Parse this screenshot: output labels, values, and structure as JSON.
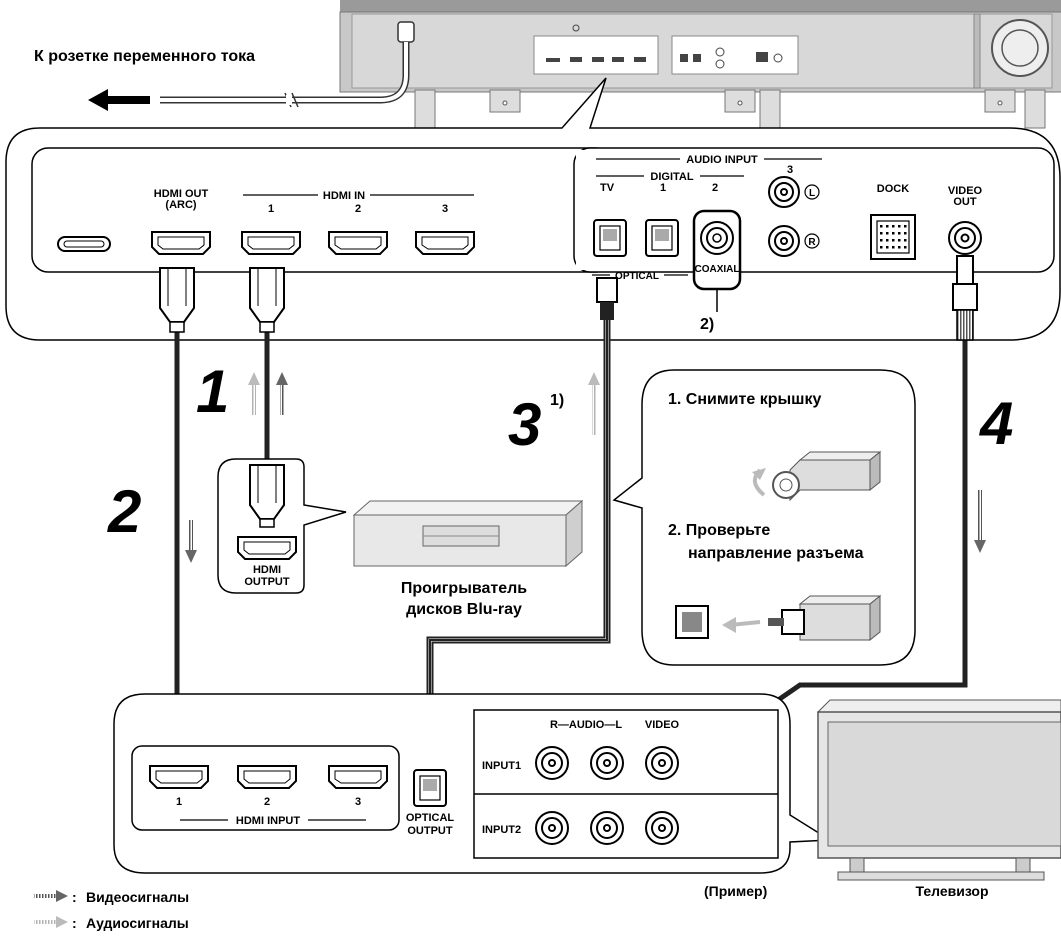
{
  "ac_outlet": "К розетке переменного тока",
  "rear_panel": {
    "hdmi_out": "HDMI OUT",
    "hdmi_out_arc": "(ARC)",
    "hdmi_in": "HDMI IN",
    "hdmi_in_1": "1",
    "hdmi_in_2": "2",
    "hdmi_in_3": "3",
    "audio_input": "AUDIO INPUT",
    "digital": "DIGITAL",
    "tv": "TV",
    "digital_1": "1",
    "digital_2": "2",
    "analog_3": "3",
    "optical": "OPTICAL",
    "coaxial": "COAXIAL",
    "left": "L",
    "right": "R",
    "dock": "DOCK",
    "video_out": "VIDEO",
    "video_out_2": "OUT"
  },
  "steps": {
    "s1": "1",
    "s2": "2",
    "s3": "3",
    "s3_note": "1)",
    "s4": "4",
    "coaxial_note": "2)"
  },
  "bluray": {
    "hdmi_output_1": "HDMI",
    "hdmi_output_2": "OUTPUT",
    "caption_1": "Проигрыватель",
    "caption_2": "дисков Blu-ray"
  },
  "callout": {
    "step1": "1. Снимите крышку",
    "step2_line1": "2. Проверьте",
    "step2_line2": "направление разъема"
  },
  "tv_panel": {
    "hdmi_1": "1",
    "hdmi_2": "2",
    "hdmi_3": "3",
    "hdmi_input": "HDMI INPUT",
    "optical_output_1": "OPTICAL",
    "optical_output_2": "OUTPUT",
    "r_audio_l": "R—AUDIO—L",
    "video": "VIDEO",
    "input1": "INPUT1",
    "input2": "INPUT2",
    "example": "(Пример)",
    "tv_caption": "Телевизор"
  },
  "legend": {
    "video_signals": "Видеосигналы",
    "audio_signals": "Аудиосигналы",
    "video_color": "#777777",
    "audio_color": "#bbbbbb"
  }
}
